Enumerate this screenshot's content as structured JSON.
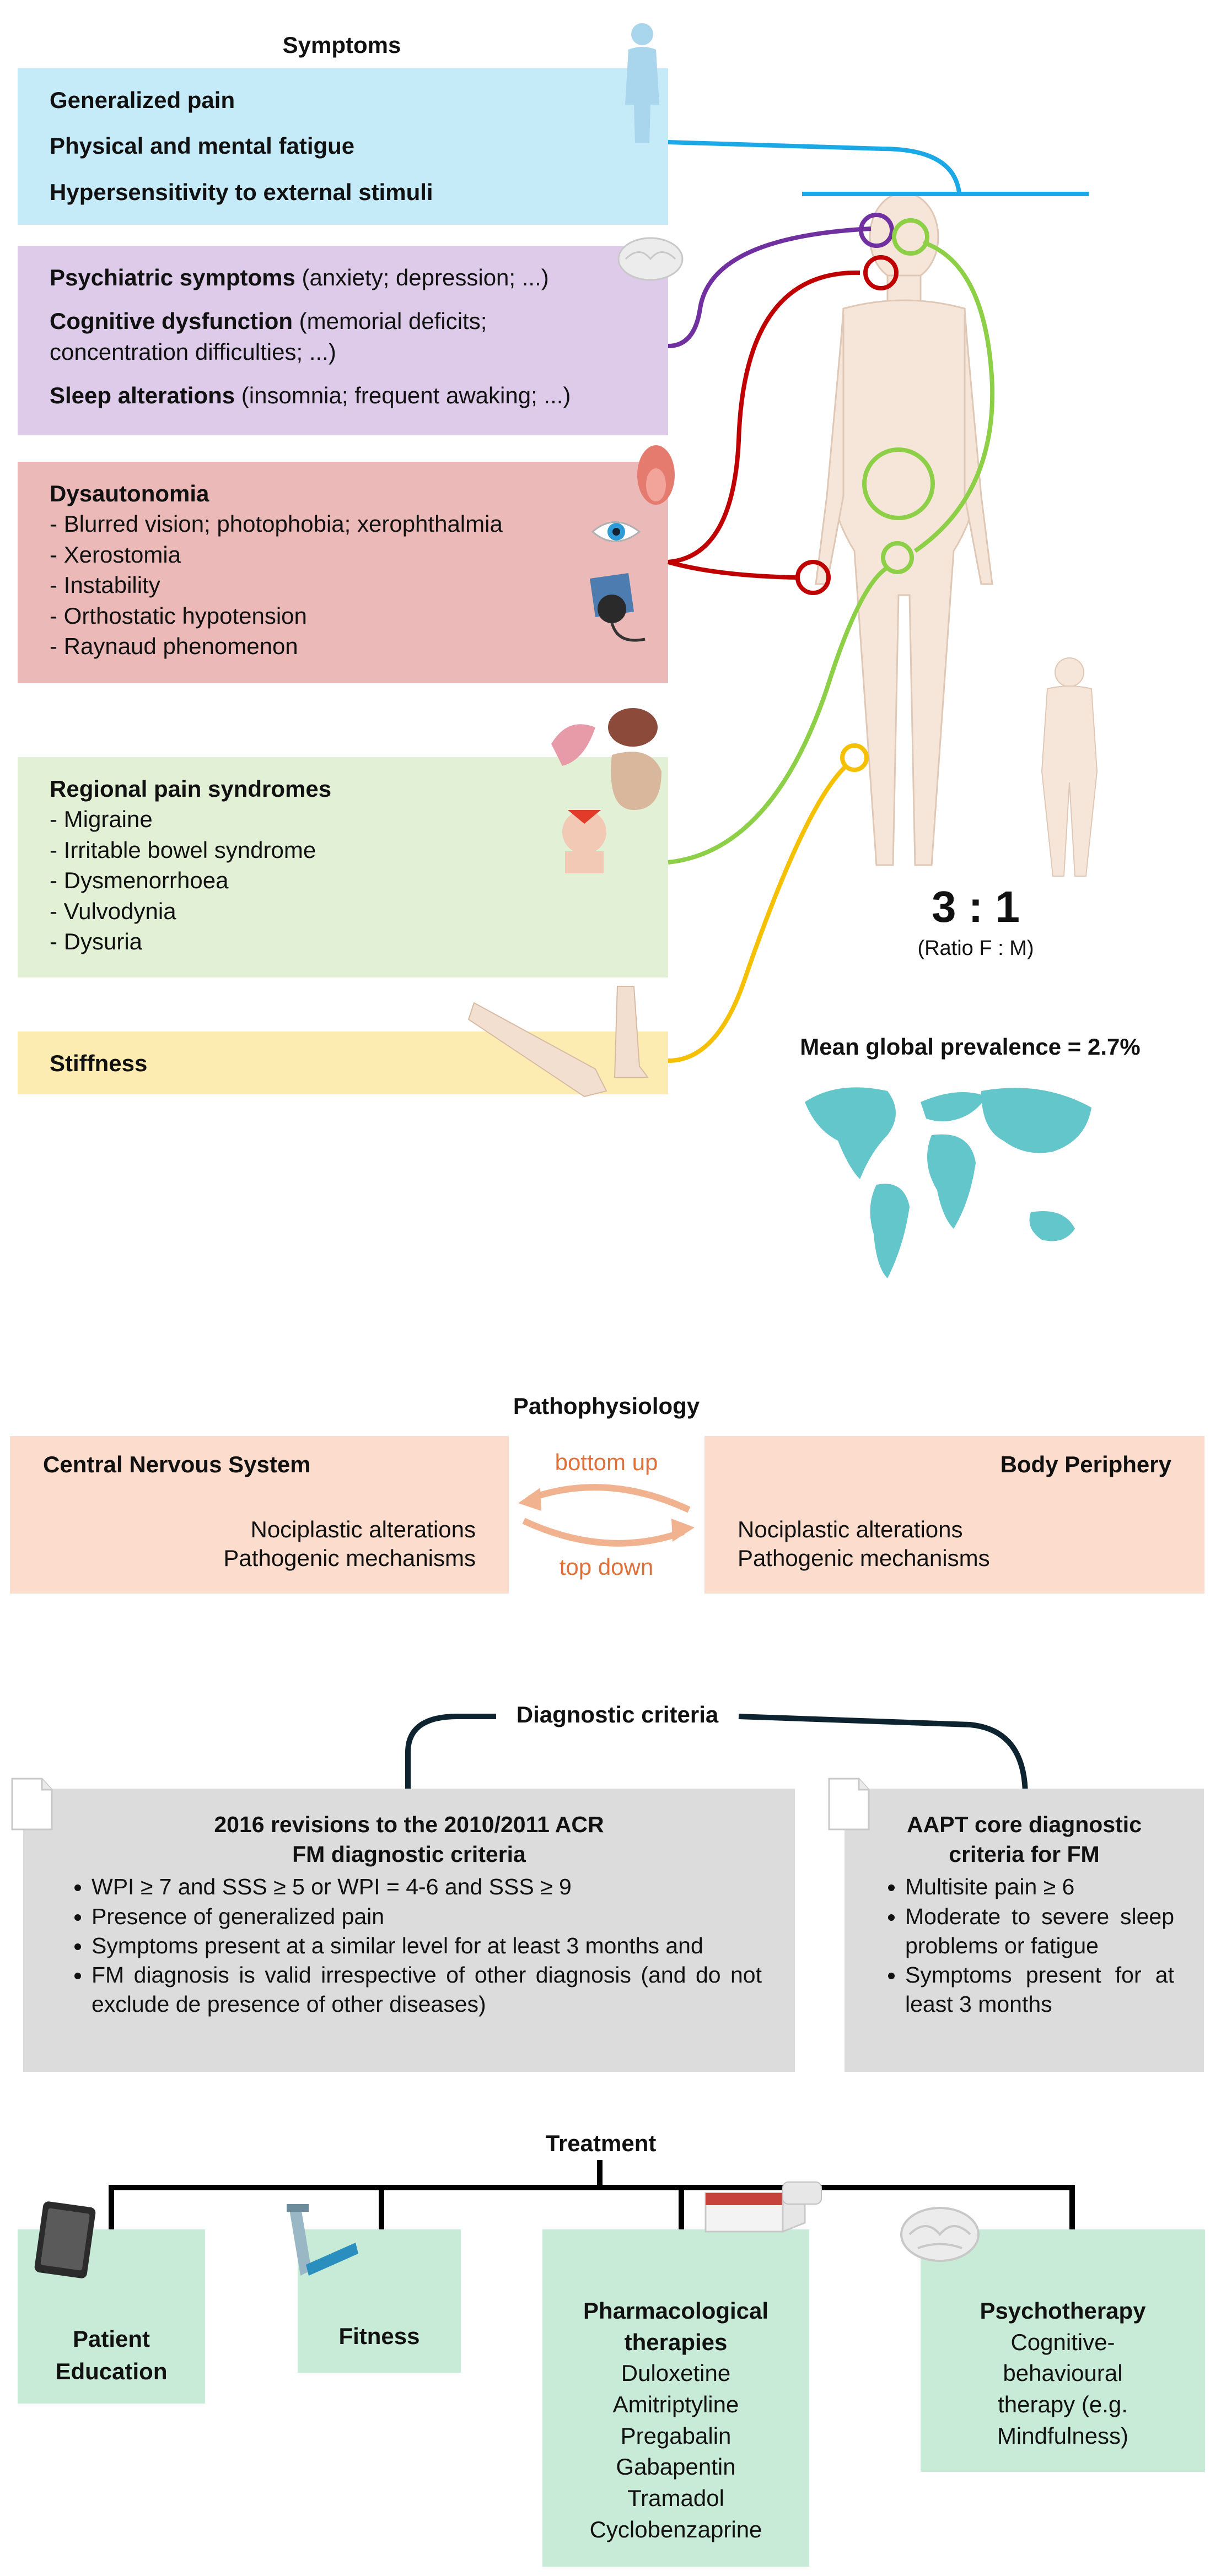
{
  "symptoms": {
    "title": "Symptoms",
    "general": [
      "Generalized pain",
      "Physical and mental fatigue",
      "Hypersensitivity to external stimuli"
    ],
    "psych": [
      {
        "bold": "Psychiatric symptoms",
        "rest": " (anxiety; depression; ...)"
      },
      {
        "bold": "Cognitive dysfunction",
        "rest": " (memorial deficits; concentration difficulties; ...)"
      },
      {
        "bold": "Sleep alterations",
        "rest": " (insomnia; frequent awaking; ...)"
      }
    ],
    "dysautonomia": {
      "title": "Dysautonomia",
      "items": [
        "- Blurred vision; photophobia; xerophthalmia",
        "- Xerostomia",
        "- Instability",
        "- Orthostatic hypotension",
        "- Raynaud phenomenon"
      ]
    },
    "regional": {
      "title": "Regional pain syndromes",
      "items": [
        "- Migraine",
        "- Irritable bowel syndrome",
        "- Dysmenorrhoea",
        "- Vulvodynia",
        "- Dysuria"
      ]
    },
    "stiffness": "Stiffness"
  },
  "ratio": {
    "value": "3 : 1",
    "label": "(Ratio F : M)"
  },
  "prevalence": "Mean global prevalence = 2.7%",
  "pathophysiology": {
    "title": "Pathophysiology",
    "cns": {
      "title": "Central Nervous System",
      "lines": [
        "Nociplastic alterations",
        "Pathogenic mechanisms"
      ]
    },
    "periphery": {
      "title": "Body Periphery",
      "lines": [
        "Nociplastic alterations",
        "Pathogenic mechanisms"
      ]
    },
    "bottom_up": "bottom up",
    "top_down": "top down"
  },
  "diagnostic": {
    "title": "Diagnostic criteria",
    "acr": {
      "title1": "2016 revisions to the 2010/2011 ACR",
      "title2": "FM diagnostic criteria",
      "items": [
        "WPI ≥ 7 and SSS ≥ 5 or WPI = 4-6 and SSS ≥ 9",
        "Presence of generalized pain",
        "Symptoms present at a similar level for at least 3 months and",
        "FM diagnosis is valid irrespective of other diagnosis (and do not exclude de presence of other diseases)"
      ]
    },
    "aapt": {
      "title1": "AAPT core diagnostic",
      "title2": "criteria for FM",
      "items": [
        "Multisite pain ≥ 6",
        "Moderate to severe sleep problems or fatigue",
        "Symptoms present for at least 3 months"
      ]
    }
  },
  "treatment": {
    "title": "Treatment",
    "education": [
      "Patient",
      "Education"
    ],
    "fitness": "Fitness",
    "pharma": {
      "title1": "Pharmacological",
      "title2": "therapies",
      "drugs": [
        "Duloxetine",
        "Amitriptyline",
        "Pregabalin",
        "Gabapentin",
        "Tramadol",
        "Cyclobenzaprine"
      ]
    },
    "psycho": {
      "title": "Psychotherapy",
      "lines": [
        "Cognitive-",
        "behavioural",
        "therapy (e.g.",
        "Mindfulness)"
      ]
    }
  },
  "colors": {
    "blue": "#c5ebf8",
    "purple": "#ddcbe9",
    "red": "#ebb9b7",
    "green": "#e2f1d6",
    "yellow": "#fdecb2",
    "peach": "#fbdccd",
    "grey": "#dcdcdc",
    "mint": "#c7ebd7",
    "line_blue": "#1aa9e6",
    "line_purple": "#7030a0",
    "line_red": "#c00000",
    "line_green": "#8dd048",
    "line_yellow": "#f5c000",
    "line_dark": "#0d2430"
  }
}
